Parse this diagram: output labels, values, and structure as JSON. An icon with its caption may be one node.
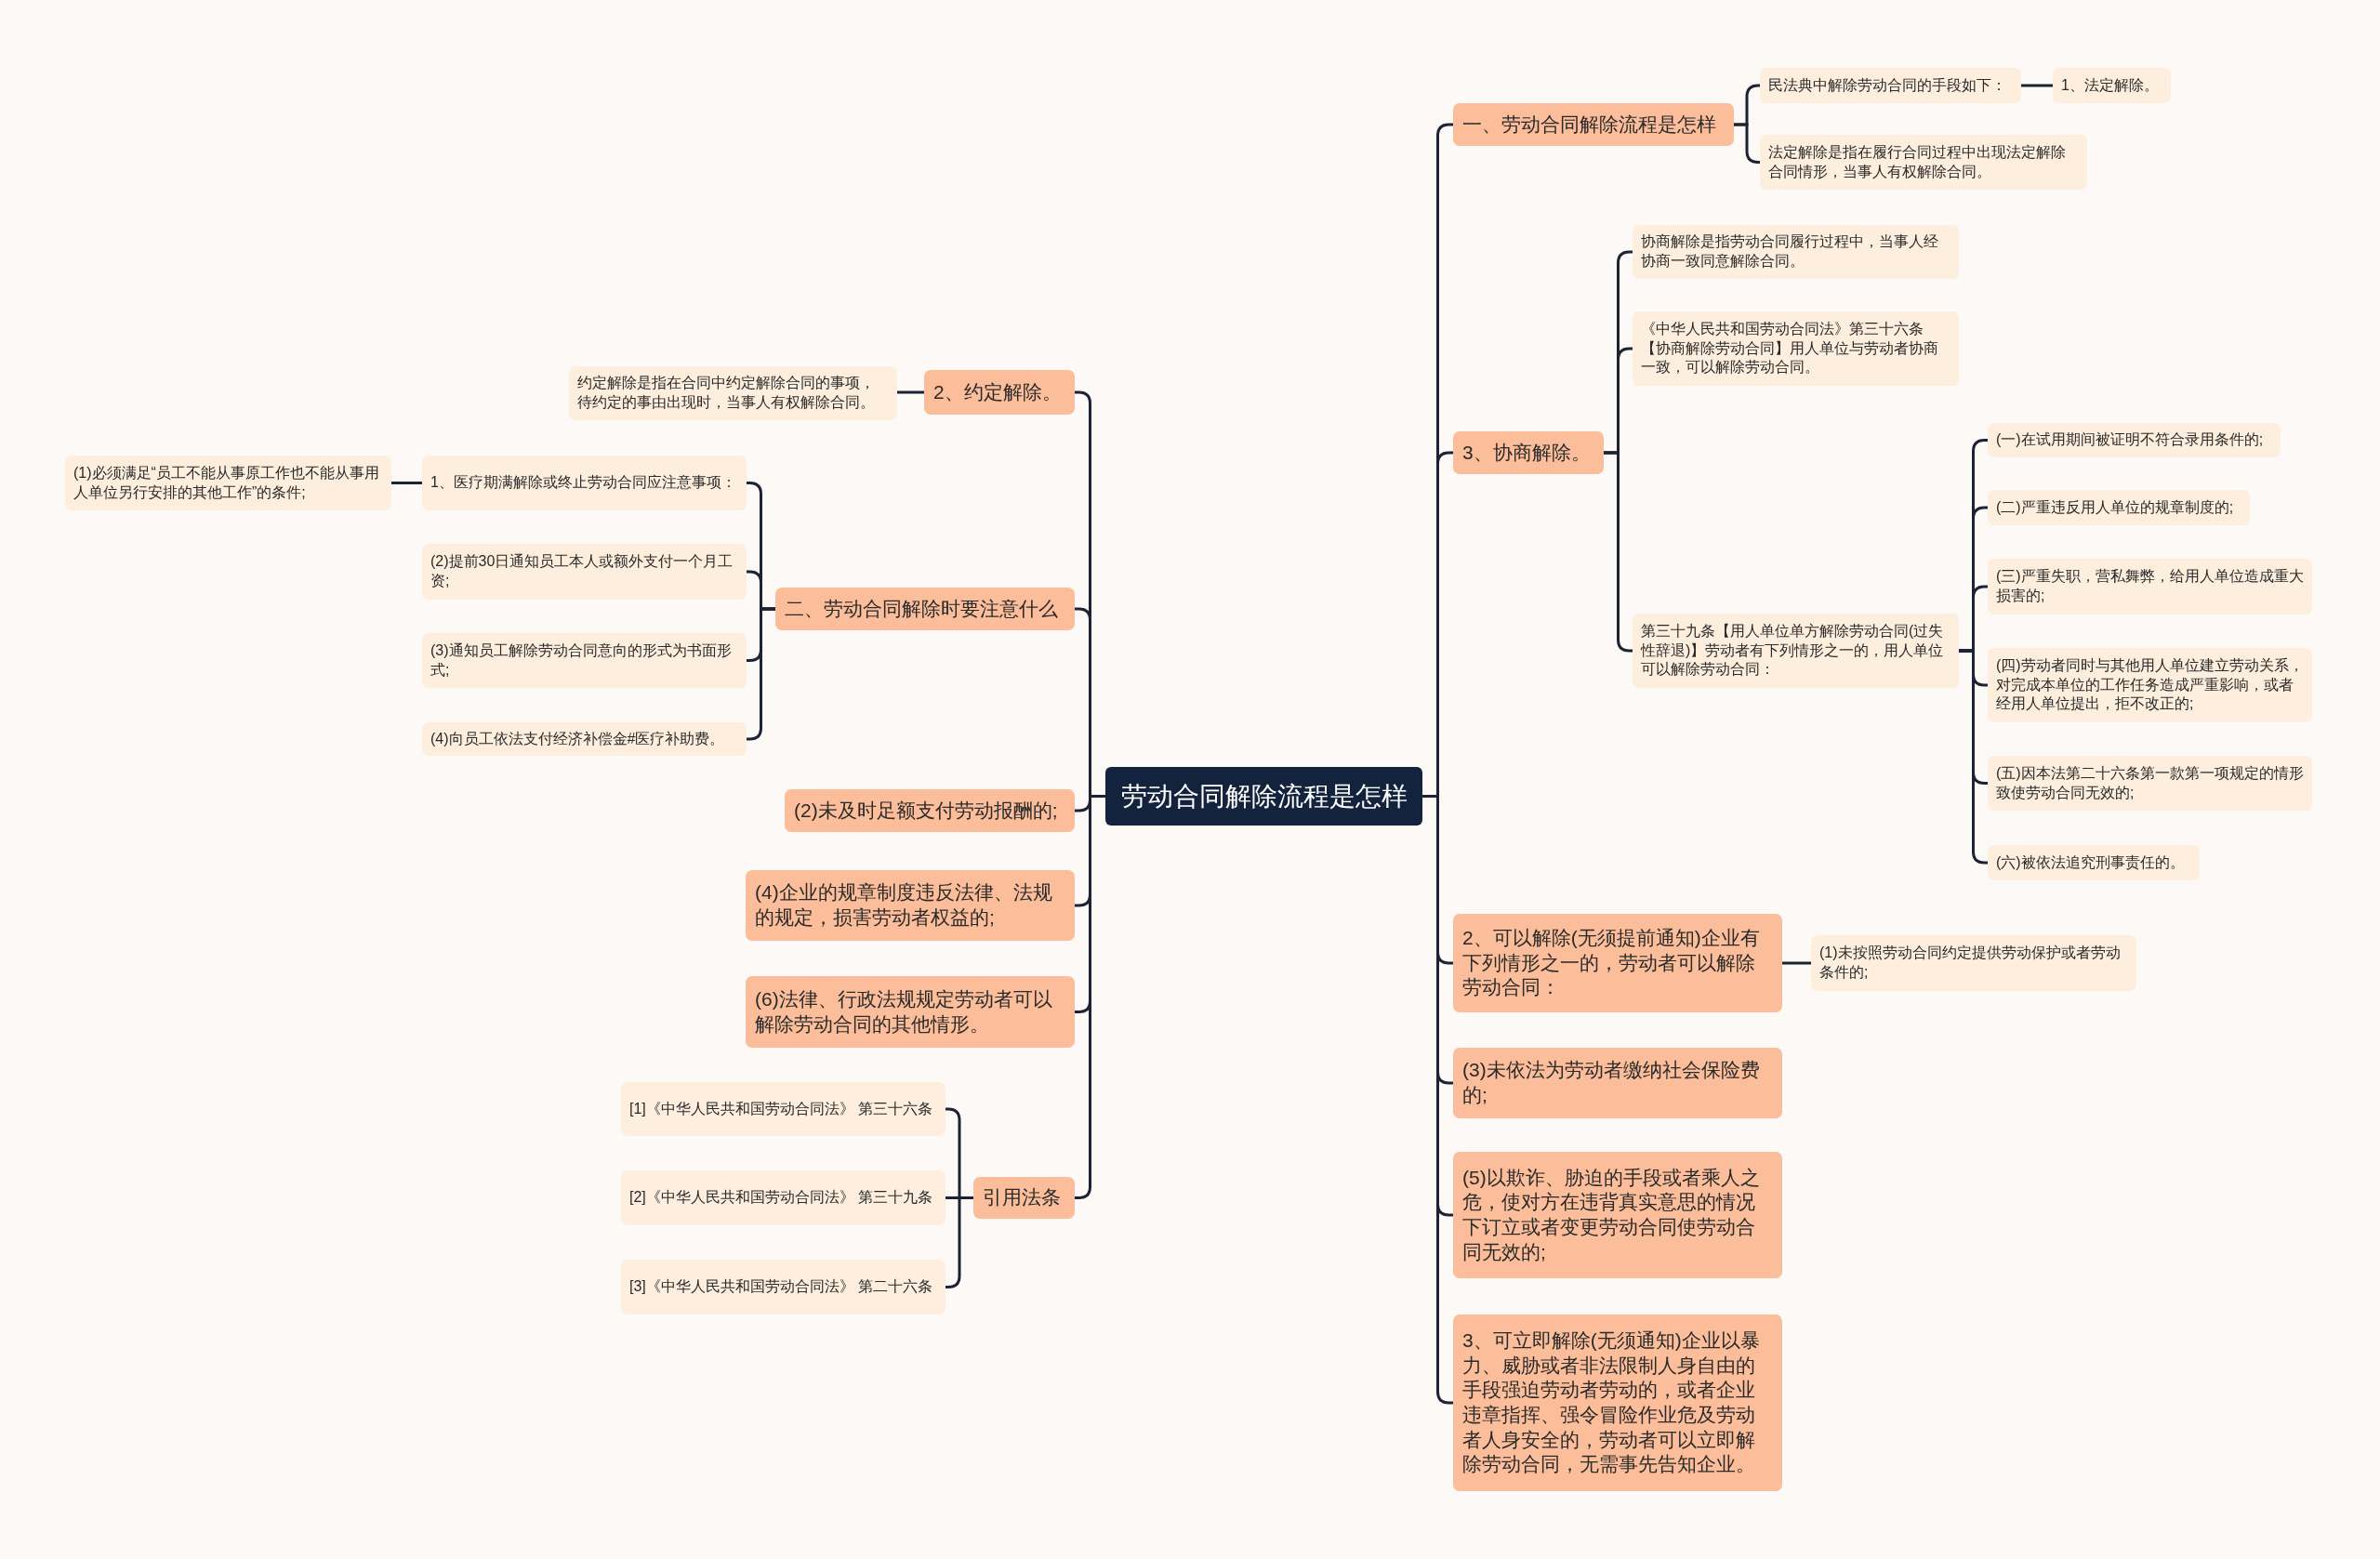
{
  "diagram": {
    "nodes": [
      {
        "text": [
          "劳动合同解除流程是怎样"
        ]
      },
      {
        "text": [
          "一、劳动合同解除流程是怎样"
        ]
      },
      {
        "text": [
          "民法典中解除劳动合同的手段如下："
        ]
      },
      {
        "text": [
          "1、法定解除。"
        ]
      },
      {
        "text": [
          "法定解除是指在履行合同过程中出现法定解除合同情形，当事人有权解除合同。"
        ]
      },
      {
        "text": [
          "3、协商解除。"
        ]
      },
      {
        "text": [
          "协商解除是指劳动合同履行过程中，当事人经协商一致同意解除合同。"
        ]
      },
      {
        "text": [
          "《中华人民共和国劳动合同法》第三十六条【协商解除劳动合同】用人单位与劳动者协商一致，可以解除劳动合同。"
        ]
      },
      {
        "text": [
          "第三十九条【用人单位单方解除劳动合同(过失性辞退)】劳动者有下列情形之一的，用人单位可以解除劳动合同："
        ]
      },
      {
        "text": [
          "(一)在试用期间被证明不符合录用条件的;"
        ]
      },
      {
        "text": [
          "(二)严重违反用人单位的规章制度的;"
        ]
      },
      {
        "text": [
          "(三)严重失职，营私舞弊，给用人单位造成重大损害的;"
        ]
      },
      {
        "text": [
          "(四)劳动者同时与其他用人单位建立劳动关系，对完成本单位的工作任务造成严重影响，或者经用人单位提出，拒不改正的;"
        ]
      },
      {
        "text": [
          "(五)因本法第二十六条第一款第一项规定的情形致使劳动合同无效的;"
        ]
      },
      {
        "text": [
          "(六)被依法追究刑事责任的。"
        ]
      },
      {
        "text": [
          "2、可以解除(无须提前通知)企业有下列情形之一的，劳动者可以解除劳动合同："
        ]
      },
      {
        "text": [
          "(1)未按照劳动合同约定提供劳动保护或者劳动条件的;"
        ]
      },
      {
        "text": [
          "(3)未依法为劳动者缴纳社会保险费的;"
        ]
      },
      {
        "text": [
          "(5)以欺诈、胁迫的手段或者乘人之危，使对方在违背真实意思的情况下订立或者变更劳动合同使劳动合同无效的;"
        ]
      },
      {
        "text": [
          "3、可立即解除(无须通知)企业以暴力、威胁或者非法限制人身自由的手段强迫劳动者劳动的，或者企业违章指挥、强令冒险作业危及劳动者人身安全的，劳动者可以立即解除劳动合同，无需事先告知企业。"
        ]
      },
      {
        "text": [
          "2、约定解除。"
        ]
      },
      {
        "text": [
          "约定解除是指在合同中约定解除合同的事项，待约定的事由出现时，当事人有权解除合同。"
        ]
      },
      {
        "text": [
          "二、劳动合同解除时要注意什么"
        ]
      },
      {
        "text": [
          "1、医疗期满解除或终止劳动合同应注意事项："
        ]
      },
      {
        "text": [
          "(1)必须满足“员工不能从事原工作也不能从事用人单位另行安排的其他工作”的条件;"
        ]
      },
      {
        "text": [
          "(2)提前30日通知员工本人或额外支付一个月工资;"
        ]
      },
      {
        "text": [
          "(3)通知员工解除劳动合同意向的形式为书面形式;"
        ]
      },
      {
        "text": [
          "(4)向员工依法支付经济补偿金#医疗补助费。"
        ]
      },
      {
        "text": [
          "(2)未及时足额支付劳动报酬的;"
        ]
      },
      {
        "text": [
          "(4)企业的规章制度违反法律、法规的规定，损害劳动者权益的;"
        ]
      },
      {
        "text": [
          "(6)法律、行政法规规定劳动者可以解除劳动合同的其他情形。"
        ]
      },
      {
        "text": [
          "引用法条"
        ]
      },
      {
        "text": [
          "[1]《中华人民共和国劳动合同法》 第三十六条"
        ]
      },
      {
        "text": [
          "[2]《中华人民共和国劳动合同法》 第三十九条"
        ]
      },
      {
        "text": [
          "[3]《中华人民共和国劳动合同法》 第二十六条"
        ]
      }
    ],
    "edges": [
      {
        "from": 0,
        "to": 1,
        "arrow": "none"
      },
      {
        "from": 0,
        "to": 5,
        "arrow": "none"
      },
      {
        "from": 0,
        "to": 15,
        "arrow": "none"
      },
      {
        "from": 0,
        "to": 17,
        "arrow": "none"
      },
      {
        "from": 0,
        "to": 18,
        "arrow": "none"
      },
      {
        "from": 0,
        "to": 19,
        "arrow": "none"
      },
      {
        "from": 0,
        "to": 20,
        "arrow": "none"
      },
      {
        "from": 0,
        "to": 22,
        "arrow": "none"
      },
      {
        "from": 0,
        "to": 28,
        "arrow": "none"
      },
      {
        "from": 0,
        "to": 29,
        "arrow": "none"
      },
      {
        "from": 0,
        "to": 30,
        "arrow": "none"
      },
      {
        "from": 0,
        "to": 31,
        "arrow": "none"
      },
      {
        "from": 1,
        "to": 2,
        "arrow": "none"
      },
      {
        "from": 2,
        "to": 3,
        "arrow": "none"
      },
      {
        "from": 1,
        "to": 4,
        "arrow": "none"
      },
      {
        "from": 5,
        "to": 6,
        "arrow": "none"
      },
      {
        "from": 5,
        "to": 7,
        "arrow": "none"
      },
      {
        "from": 5,
        "to": 8,
        "arrow": "none"
      },
      {
        "from": 8,
        "to": 9,
        "arrow": "none"
      },
      {
        "from": 8,
        "to": 10,
        "arrow": "none"
      },
      {
        "from": 8,
        "to": 11,
        "arrow": "none"
      },
      {
        "from": 8,
        "to": 12,
        "arrow": "none"
      },
      {
        "from": 8,
        "to": 13,
        "arrow": "none"
      },
      {
        "from": 8,
        "to": 14,
        "arrow": "none"
      },
      {
        "from": 15,
        "to": 16,
        "arrow": "none"
      },
      {
        "from": 20,
        "to": 21,
        "arrow": "none"
      },
      {
        "from": 22,
        "to": 23,
        "arrow": "none"
      },
      {
        "from": 23,
        "to": 24,
        "arrow": "none"
      },
      {
        "from": 22,
        "to": 25,
        "arrow": "none"
      },
      {
        "from": 22,
        "to": 26,
        "arrow": "none"
      },
      {
        "from": 22,
        "to": 27,
        "arrow": "none"
      },
      {
        "from": 31,
        "to": 32,
        "arrow": "none"
      },
      {
        "from": 31,
        "to": 33,
        "arrow": "none"
      },
      {
        "from": 31,
        "to": 34,
        "arrow": "none"
      }
    ]
  }
}
